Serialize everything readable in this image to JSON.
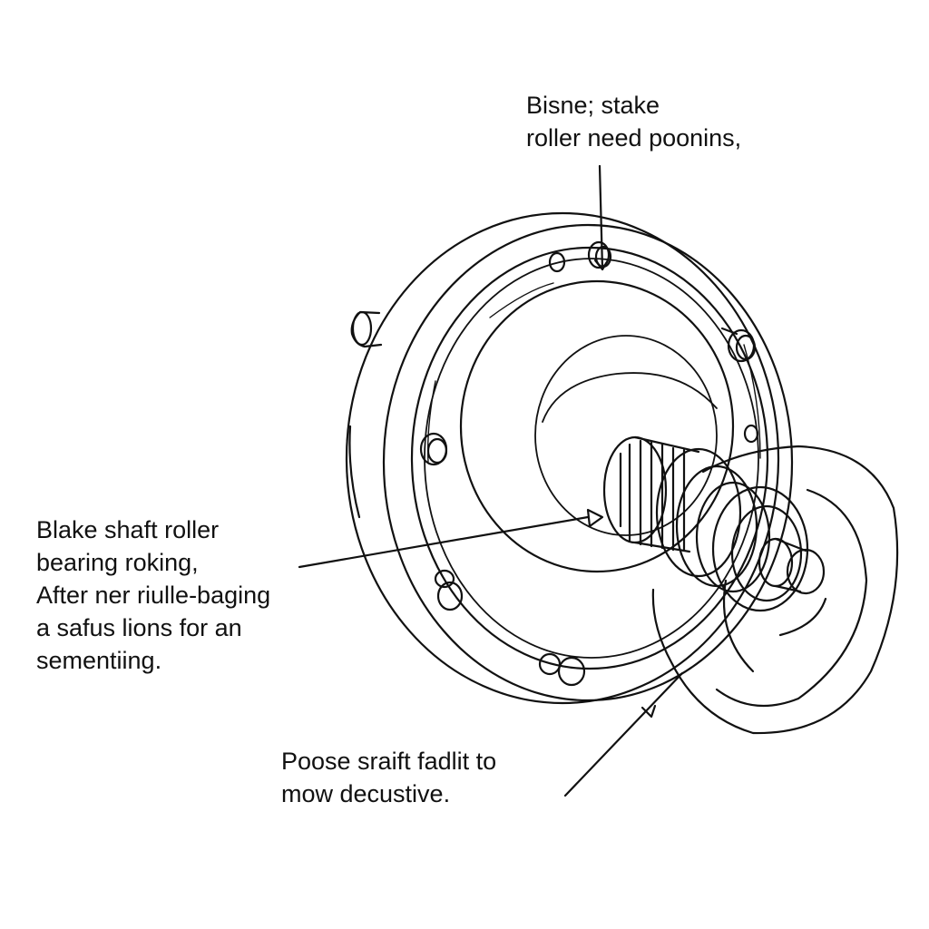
{
  "callouts": {
    "top": {
      "lines": [
        "Bisne; stake",
        "roller need poonins,"
      ]
    },
    "left": {
      "lines": [
        "Blake shaft roller",
        "bearing roking,",
        "After ner riulle-baging",
        "a safus lions for an",
        "sementiing."
      ]
    },
    "bottom": {
      "lines": [
        "Poose sraift fadlit to",
        "mow decustive."
      ]
    }
  },
  "colors": {
    "ink": "#111111",
    "background": "#ffffff"
  }
}
